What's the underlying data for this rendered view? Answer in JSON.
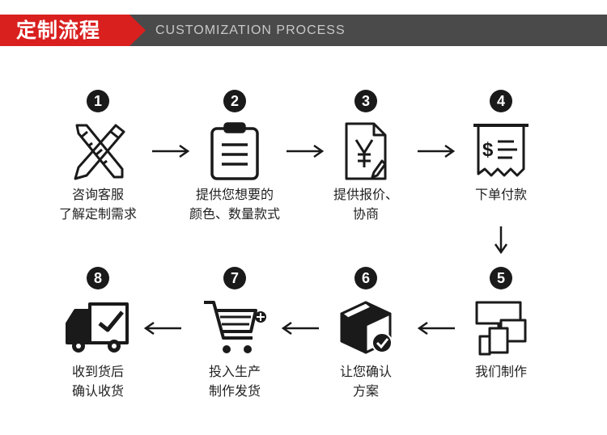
{
  "header": {
    "title": "定制流程",
    "subtitle": "CUSTOMIZATION PROCESS",
    "accent_color": "#d9201f",
    "bar_color": "#4a4a4a"
  },
  "steps": [
    {
      "number": "1",
      "icon": "ruler-pencil-icon",
      "line1": "咨询客服",
      "line2": "了解定制需求"
    },
    {
      "number": "2",
      "icon": "clipboard-icon",
      "line1": "提供您想要的",
      "line2": "颜色、数量款式"
    },
    {
      "number": "3",
      "icon": "yen-document-icon",
      "line1": "提供报价、",
      "line2": "协商"
    },
    {
      "number": "4",
      "icon": "receipt-icon",
      "line1": "下单付款",
      "line2": ""
    },
    {
      "number": "5",
      "icon": "devices-icon",
      "line1": "我们制作",
      "line2": ""
    },
    {
      "number": "6",
      "icon": "box-check-icon",
      "line1": "让您确认",
      "line2": "方案"
    },
    {
      "number": "7",
      "icon": "shopping-cart-icon",
      "line1": "投入生产",
      "line2": "制作发货"
    },
    {
      "number": "8",
      "icon": "delivery-truck-icon",
      "line1": "收到货后",
      "line2": "确认收货"
    }
  ]
}
